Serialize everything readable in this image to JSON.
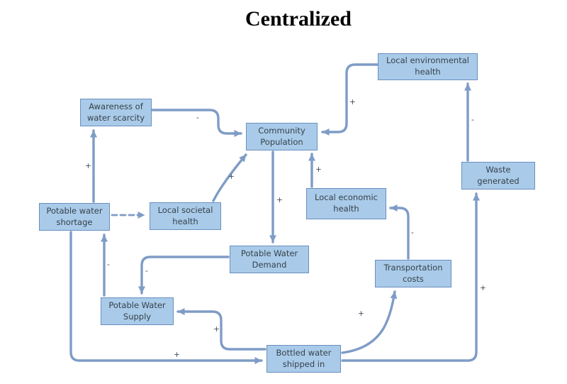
{
  "title": "Centralized",
  "colors": {
    "box_fill": "#a9cbe9",
    "box_border": "#6a8fc0",
    "arrow": "#7e9cc6",
    "text": "#37414b"
  },
  "nodes": [
    {
      "id": "awareness",
      "label": "Awareness of\nwater scarcity"
    },
    {
      "id": "env-health",
      "label": "Local environmental\nhealth"
    },
    {
      "id": "community",
      "label": "Community\nPopulation"
    },
    {
      "id": "shortage",
      "label": "Potable water\nshortage"
    },
    {
      "id": "societal",
      "label": "Local societal\nhealth"
    },
    {
      "id": "economic",
      "label": "Local economic\nhealth"
    },
    {
      "id": "waste",
      "label": "Waste\ngenerated"
    },
    {
      "id": "demand",
      "label": "Potable Water\nDemand"
    },
    {
      "id": "transport",
      "label": "Transportation\ncosts"
    },
    {
      "id": "supply",
      "label": "Potable Water\nSupply"
    },
    {
      "id": "bottled",
      "label": "Bottled water\nshipped in"
    }
  ],
  "edges": [
    {
      "from": "shortage",
      "to": "awareness",
      "sign": "+",
      "style": "solid"
    },
    {
      "from": "awareness",
      "to": "community",
      "sign": "-",
      "style": "solid"
    },
    {
      "from": "shortage",
      "to": "societal",
      "sign": "",
      "style": "dashed"
    },
    {
      "from": "societal",
      "to": "community",
      "sign": "+",
      "style": "solid"
    },
    {
      "from": "community",
      "to": "demand",
      "sign": "+",
      "style": "solid"
    },
    {
      "from": "economic",
      "to": "community",
      "sign": "+",
      "style": "solid"
    },
    {
      "from": "env-health",
      "to": "community",
      "sign": "+",
      "style": "solid"
    },
    {
      "from": "waste",
      "to": "env-health",
      "sign": "-",
      "style": "solid"
    },
    {
      "from": "transport",
      "to": "economic",
      "sign": "-",
      "style": "solid"
    },
    {
      "from": "bottled",
      "to": "transport",
      "sign": "+",
      "style": "solid"
    },
    {
      "from": "bottled",
      "to": "waste",
      "sign": "+",
      "style": "solid"
    },
    {
      "from": "demand",
      "to": "supply",
      "sign": "-",
      "style": "solid"
    },
    {
      "from": "bottled",
      "to": "supply",
      "sign": "+",
      "style": "solid"
    },
    {
      "from": "supply",
      "to": "shortage",
      "sign": "-",
      "style": "solid"
    },
    {
      "from": "shortage",
      "to": "bottled",
      "sign": "+",
      "style": "solid"
    }
  ]
}
